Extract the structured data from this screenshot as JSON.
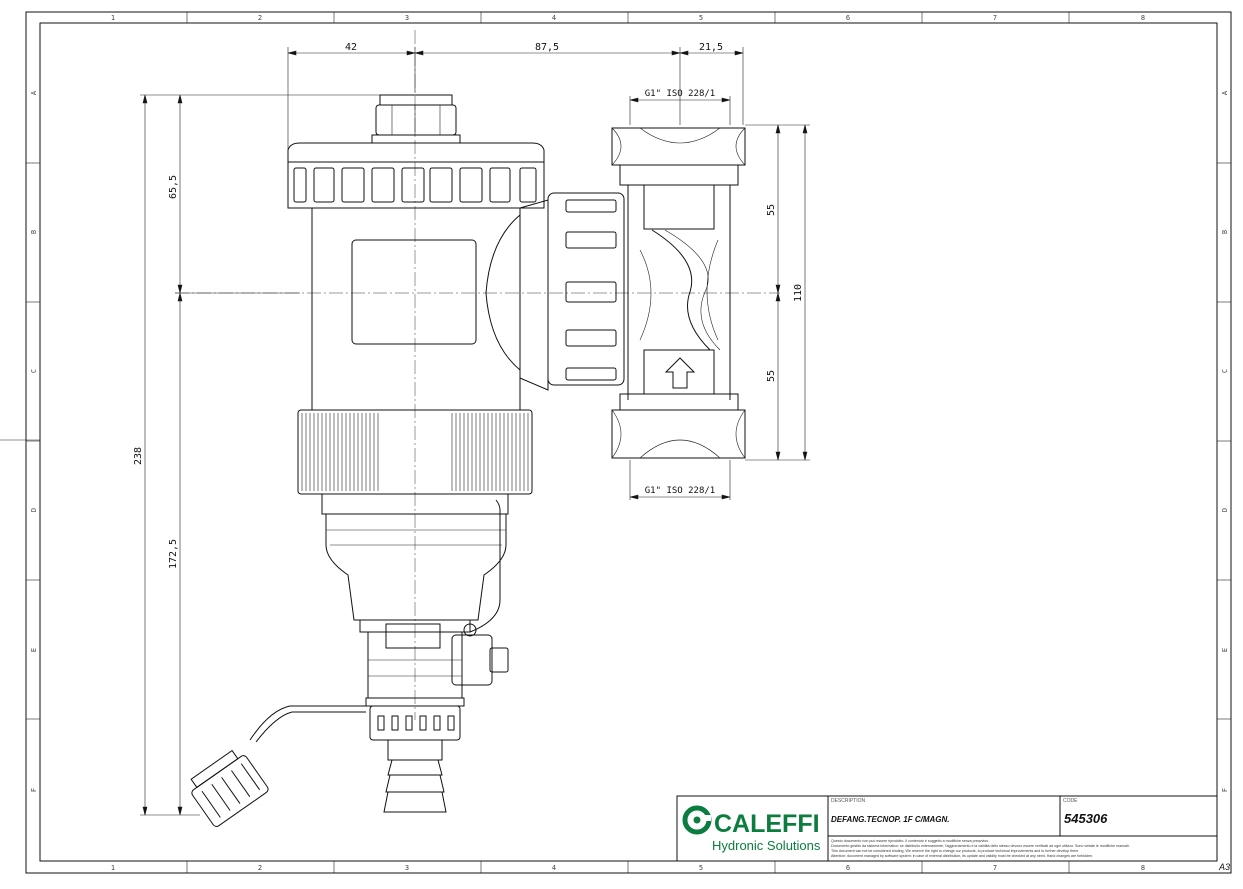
{
  "sheet": {
    "columns": [
      "1",
      "2",
      "3",
      "4",
      "5",
      "6",
      "7",
      "8"
    ],
    "rows": [
      "A",
      "B",
      "C",
      "D",
      "E",
      "F"
    ],
    "format": "A3"
  },
  "dimensions": {
    "top_42": "42",
    "top_87_5": "87,5",
    "top_21_5": "21,5",
    "left_65_5": "65,5",
    "left_238": "238",
    "left_172_5": "172,5",
    "right_55_top": "55",
    "right_55_bottom": "55",
    "right_110": "110"
  },
  "threads": {
    "top": "G1\" ISO 228/1",
    "bottom": "G1\" ISO 228/1"
  },
  "title_block": {
    "brand": "CALEFFI",
    "brand_subtitle": "Hydronic Solutions",
    "description_label": "DESCRIPTION",
    "description": "DEFANG.TECNOP. 1F C/MAGN.",
    "code_label": "CODE",
    "code": "545306",
    "disclaimer_lines": [
      "Questo documento non può essere riprodotto. Il contenuto è soggetto a modifiche senza preavviso.",
      "Documento gestito da sistema informatico: se distribuito esternamente, l'aggiornamento e la validità dello stesso devono essere verificati ad ogni utilizzo. Sono vietate le modifiche manuali.",
      "This document can not be considered binding. We reserve the right to change our products, to produce technical improvements and to further develop them.",
      "Attention: document managed by software system: in case of external distribution, its update and validity must be checked at any need. Hand changes are forbidden."
    ]
  },
  "colors": {
    "brand_green": "#0b7d3e",
    "line": "#111111"
  }
}
